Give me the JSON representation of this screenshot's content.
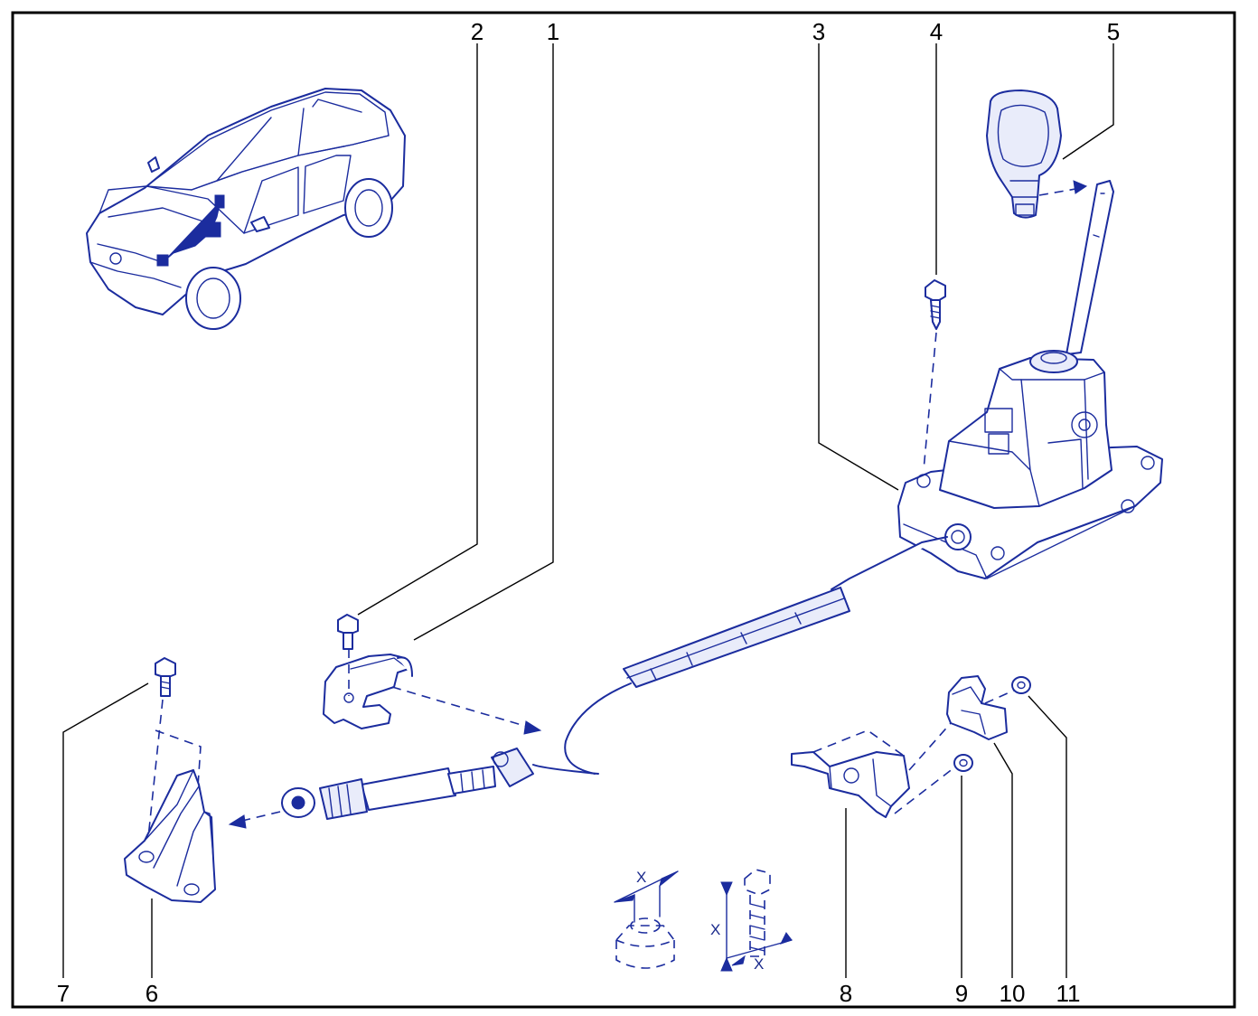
{
  "diagram": {
    "callouts": [
      {
        "id": "1",
        "label": "1"
      },
      {
        "id": "2",
        "label": "2"
      },
      {
        "id": "3",
        "label": "3"
      },
      {
        "id": "4",
        "label": "4"
      },
      {
        "id": "5",
        "label": "5"
      },
      {
        "id": "6",
        "label": "6"
      },
      {
        "id": "7",
        "label": "7"
      },
      {
        "id": "8",
        "label": "8"
      },
      {
        "id": "9",
        "label": "9"
      },
      {
        "id": "10",
        "label": "10"
      },
      {
        "id": "11",
        "label": "11"
      }
    ],
    "dimension_labels": {
      "nut_x": "X",
      "bolt_x_length": "X",
      "bolt_x_diameter": "X"
    },
    "colors": {
      "line": "#1b2c9e",
      "fill": "#e9ecfa",
      "border": "#000000"
    },
    "icons": [
      "car-icon",
      "gear-lever-assembly",
      "gear-knob",
      "screw",
      "bracket",
      "cable",
      "nut",
      "bolt"
    ]
  }
}
